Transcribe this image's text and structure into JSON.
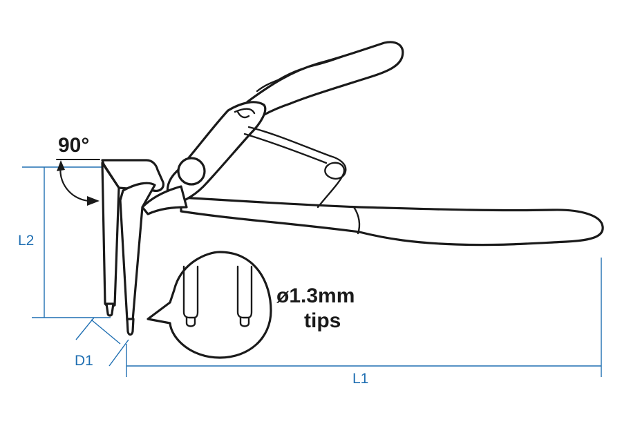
{
  "angle_label": "90°",
  "dimensions": {
    "l1": "L1",
    "l2": "L2",
    "d1": "D1"
  },
  "callout": {
    "line1": "ø1.3mm",
    "line2": "tips"
  },
  "colors": {
    "outline": "#1a1a1a",
    "dimension": "#1f6fb2",
    "background": "#ffffff"
  }
}
